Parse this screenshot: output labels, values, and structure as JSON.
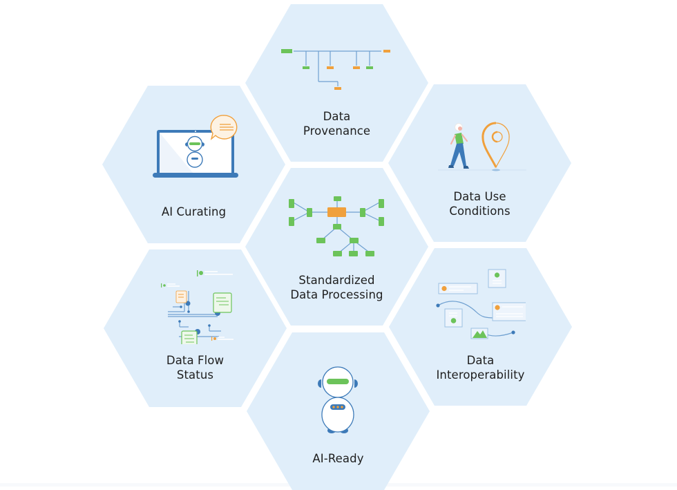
{
  "diagram": {
    "title": "",
    "colors": {
      "hex_fill": "#e0eefa",
      "background": "#ffffff",
      "green": "#6cc35a",
      "orange": "#f0a03c",
      "blue": "#3d7ab8",
      "line_blue": "#6fa0d0",
      "text": "#1e1e1e"
    },
    "tiles": [
      {
        "id": "provenance",
        "position": "top",
        "icon": "tree-hierarchy-icon",
        "lines": [
          "Data",
          "Provenance"
        ]
      },
      {
        "id": "ai-curating",
        "position": "upper-left",
        "icon": "laptop-robot-chat-icon",
        "lines": [
          "AI Curating"
        ]
      },
      {
        "id": "use-conditions",
        "position": "upper-right",
        "icon": "person-location-pin-icon",
        "lines": [
          "Data Use",
          "Conditions"
        ]
      },
      {
        "id": "standardized",
        "position": "center",
        "icon": "network-graph-icon",
        "lines": [
          "Standardized",
          "Data Processing"
        ]
      },
      {
        "id": "flow-status",
        "position": "lower-left",
        "icon": "flow-documents-icon",
        "lines": [
          "Data Flow",
          "Status"
        ]
      },
      {
        "id": "interoperability",
        "position": "lower-right",
        "icon": "connected-cards-icon",
        "lines": [
          "Data",
          "Interoperability"
        ]
      },
      {
        "id": "ai-ready",
        "position": "bottom",
        "icon": "robot-icon",
        "lines": [
          "AI-Ready"
        ]
      }
    ]
  }
}
